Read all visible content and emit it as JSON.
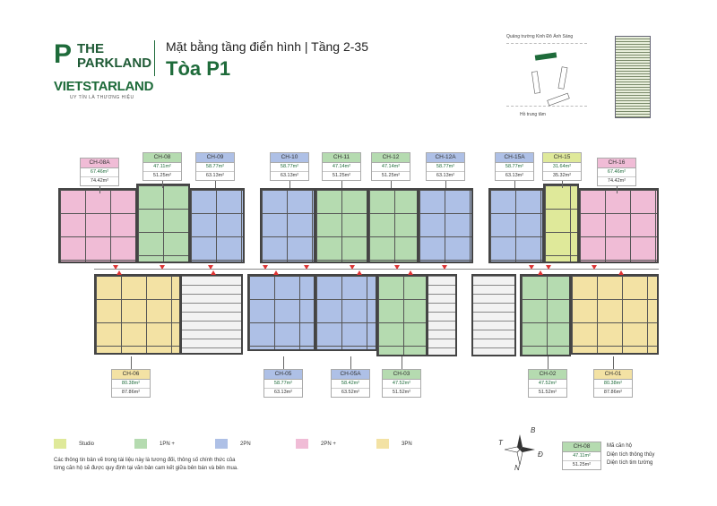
{
  "header": {
    "brand_line1": "THE",
    "brand_line2": "PARKLAND",
    "developer": "VIETSTARLAND",
    "developer_tagline": "UY TÍN LÀ THƯƠNG HIỆU",
    "title": "Mặt bằng tầng điển hình | Tầng 2-35",
    "building": "Tòa P1"
  },
  "site_map": {
    "top_label": "Quảng trường Kinh Đô Ánh Sáng",
    "bottom_label": "Hồ trung tâm"
  },
  "units_top": [
    {
      "code": "CH-08A",
      "net": "67.46m²",
      "gross": "74.42m²",
      "type": "p2p"
    },
    {
      "code": "CH-08",
      "net": "47.11m²",
      "gross": "51.25m²",
      "type": "p1"
    },
    {
      "code": "CH-09",
      "net": "58.77m²",
      "gross": "63.13m²",
      "type": "p2"
    },
    {
      "code": "CH-10",
      "net": "58.77m²",
      "gross": "63.13m²",
      "type": "p2"
    },
    {
      "code": "CH-11",
      "net": "47.14m²",
      "gross": "51.25m²",
      "type": "p1"
    },
    {
      "code": "CH-12",
      "net": "47.14m²",
      "gross": "51.25m²",
      "type": "p1"
    },
    {
      "code": "CH-12A",
      "net": "58.77m²",
      "gross": "63.13m²",
      "type": "p2"
    },
    {
      "code": "CH-15A",
      "net": "58.77m²",
      "gross": "63.13m²",
      "type": "p2"
    },
    {
      "code": "CH-15",
      "net": "31.64m²",
      "gross": "35.32m²",
      "type": "studio"
    },
    {
      "code": "CH-16",
      "net": "67.46m²",
      "gross": "74.42m²",
      "type": "p2p"
    }
  ],
  "units_bottom": [
    {
      "code": "CH-06",
      "net": "80.38m²",
      "gross": "87.86m²",
      "type": "p3"
    },
    {
      "code": "CH-05",
      "net": "58.77m²",
      "gross": "63.13m²",
      "type": "p2"
    },
    {
      "code": "CH-05A",
      "net": "58.42m²",
      "gross": "63.52m²",
      "type": "p2"
    },
    {
      "code": "CH-03",
      "net": "47.52m²",
      "gross": "51.52m²",
      "type": "p1"
    },
    {
      "code": "CH-02",
      "net": "47.52m²",
      "gross": "51.52m²",
      "type": "p1"
    },
    {
      "code": "CH-01",
      "net": "80.38m²",
      "gross": "87.86m²",
      "type": "p3"
    }
  ],
  "legend": [
    {
      "label": "Studio",
      "color": "#dfe99a"
    },
    {
      "label": "1PN +",
      "color": "#b5dbb0"
    },
    {
      "label": "2PN",
      "color": "#aec0e6"
    },
    {
      "label": "2PN +",
      "color": "#f0bcd6"
    },
    {
      "label": "3PN",
      "color": "#f3e2a4"
    }
  ],
  "note": "Các thông tin bản vẽ trong tài liệu này là tương đối, thông số chính thức của từng căn hộ sẽ được quy định tại văn bản cam kết giữa bên bán và bên mua.",
  "compass": {
    "north": "B",
    "west": "T",
    "east": "Đ",
    "south": "N"
  },
  "key": {
    "code": "CH-08",
    "net": "47.11m²",
    "gross": "51.25m²",
    "code_label": "Mã căn hộ",
    "net_label": "Diện tích thông thủy",
    "gross_label": "Diện tích tim tường"
  }
}
